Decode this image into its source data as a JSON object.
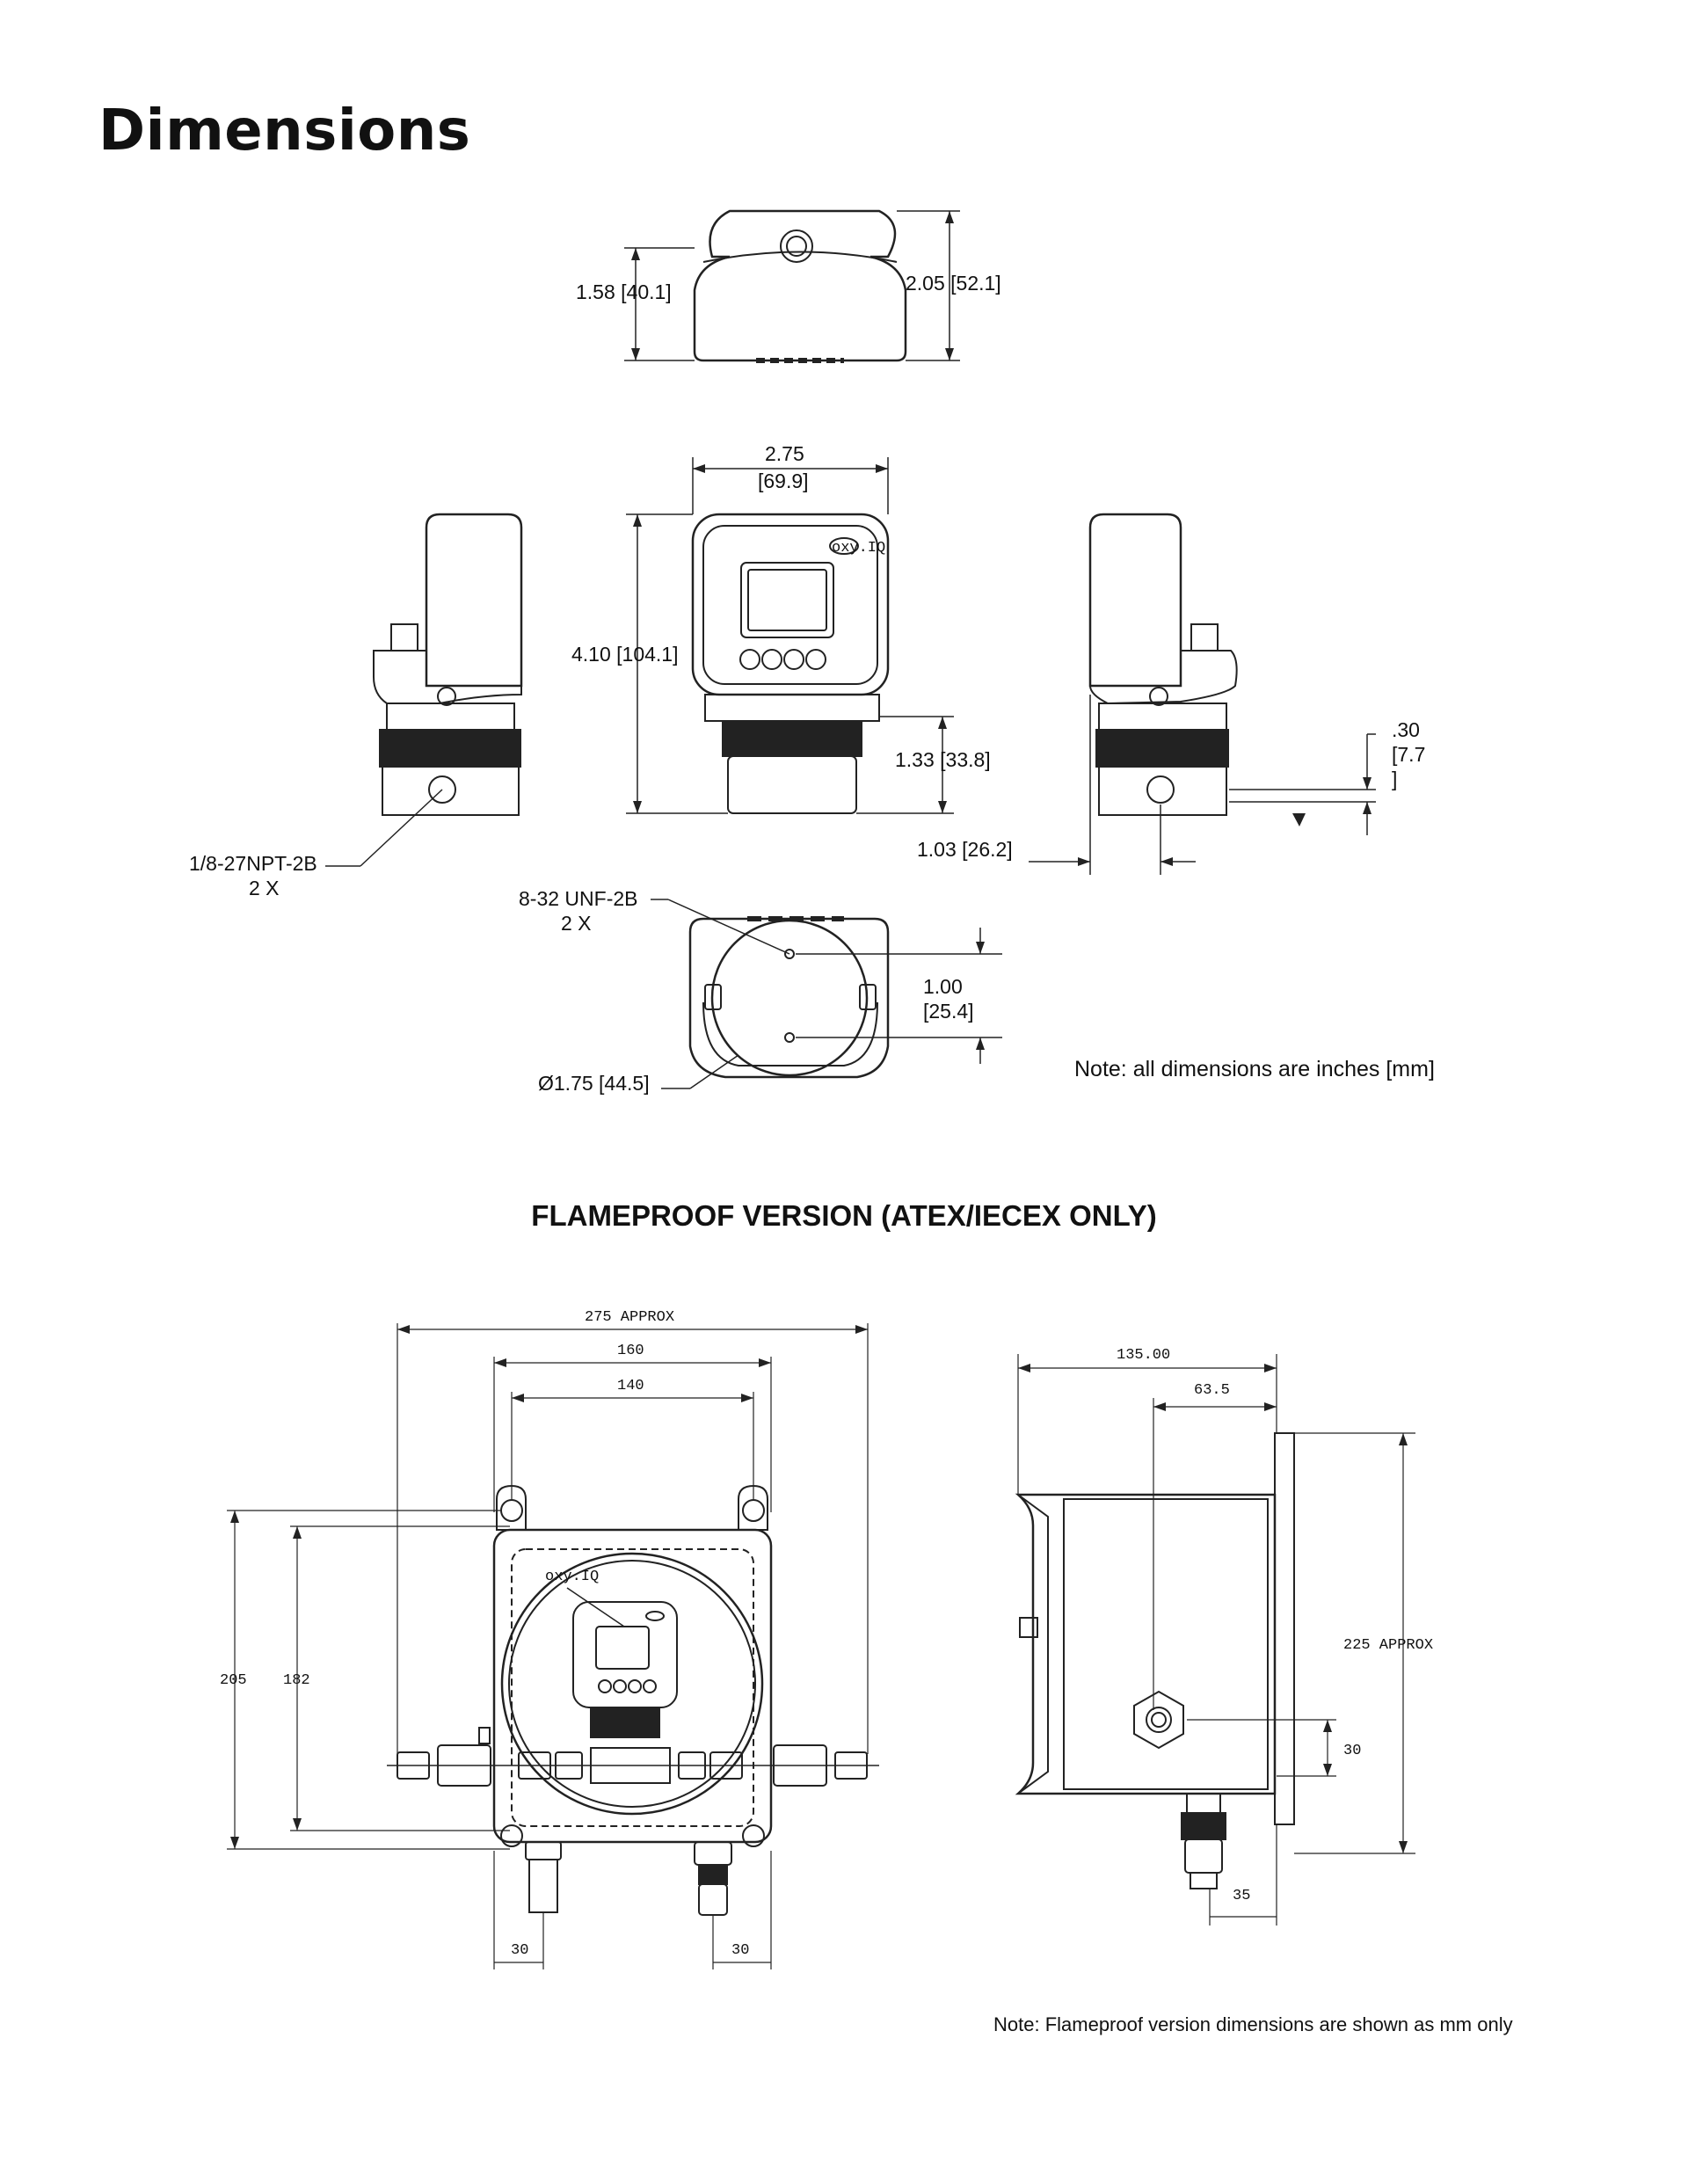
{
  "page": {
    "title": "Dimensions",
    "section_title": "FLAMEPROOF VERSION (ATEX/IECEX ONLY)",
    "note_inches": "Note: all dimensions are inches [mm]",
    "note_mm": "Note: Flameproof version dimensions are shown as mm only"
  },
  "standard": {
    "top_view": {
      "height_body": "1.58 [40.1]",
      "height_total": "2.05 [52.1]"
    },
    "front_view": {
      "width_in": "2.75",
      "width_mm": "[69.9]",
      "height": "4.10 [104.1]",
      "collar": "1.33 [33.8]",
      "brand": "oxy.IQ"
    },
    "left_view": {
      "port_line1": "1/8-27NPT-2B",
      "port_line2": "2 X"
    },
    "right_view": {
      "offset_in": ".30",
      "offset_mm": "[7.7",
      "offset_close": "]",
      "depth": "1.03 [26.2]"
    },
    "bottom_view": {
      "thread_line1": "8-32 UNF-2B",
      "thread_line2": "2 X",
      "spacing_in": "1.00",
      "spacing_mm": "[25.4]",
      "diameter": "Ø1.75 [44.5]"
    }
  },
  "flameproof": {
    "front": {
      "overall": "275  APPROX",
      "width1": "160",
      "width2": "140",
      "height1": "205",
      "height2": "182",
      "gland_left": "30",
      "gland_right": "30",
      "brand": "oxy.IQ"
    },
    "side": {
      "depth": "135.00",
      "offset": "63.5",
      "height": "225  APPROX",
      "port": "30",
      "gland": "35"
    }
  }
}
